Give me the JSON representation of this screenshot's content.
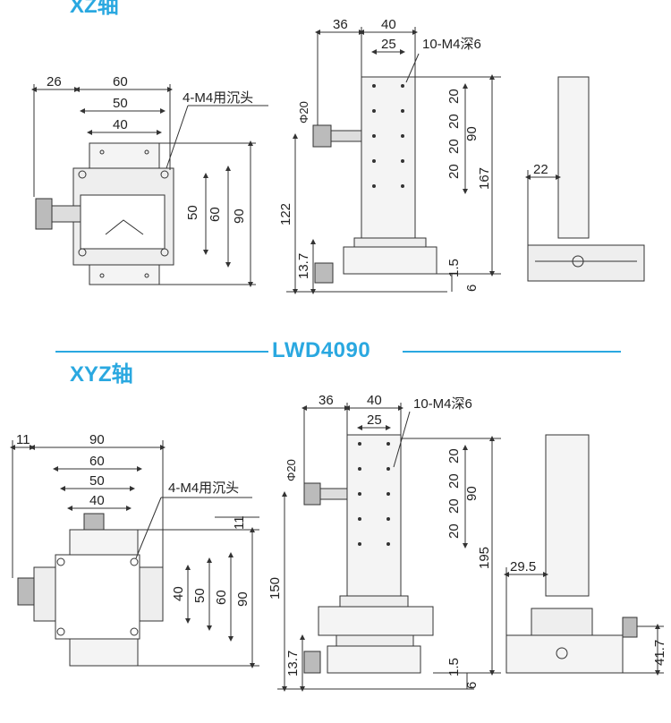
{
  "headings": {
    "top_axis_label": "XZ轴",
    "bottom_axis_label": "XYZ轴",
    "model": "LWD4090"
  },
  "xz": {
    "top_view": {
      "dims": [
        "26",
        "60",
        "50",
        "40",
        "50",
        "60",
        "90"
      ],
      "note": "4-M4用沉头"
    },
    "front_view": {
      "dims_top": [
        "36",
        "40",
        "25"
      ],
      "note": "10-M4深6",
      "knob_dia": "Φ20",
      "hole_pitch": [
        "20",
        "20",
        "20",
        "20"
      ],
      "right_dims": [
        "90",
        "167"
      ],
      "left_dims": [
        "122",
        "13.7"
      ],
      "bottom_dims": [
        "1.5",
        "6"
      ]
    },
    "side_view": {
      "dims": [
        "22"
      ]
    }
  },
  "xyz": {
    "top_view": {
      "dims": [
        "11",
        "90",
        "60",
        "50",
        "40",
        "11",
        "40",
        "50",
        "60",
        "90"
      ],
      "note": "4-M4用沉头"
    },
    "front_view": {
      "dims_top": [
        "36",
        "40",
        "25"
      ],
      "note": "10-M4深6",
      "knob_dia": "Φ20",
      "hole_pitch": [
        "20",
        "20",
        "20",
        "20"
      ],
      "right_dims": [
        "90",
        "195"
      ],
      "left_dims": [
        "150",
        "13.7"
      ],
      "bottom_dims": [
        "1.5",
        "6"
      ]
    },
    "side_view": {
      "dims": [
        "29.5",
        "41.7"
      ]
    }
  },
  "colors": {
    "accent": "#2aa8e0",
    "line": "#333333",
    "fill": "#f2f2f2"
  }
}
